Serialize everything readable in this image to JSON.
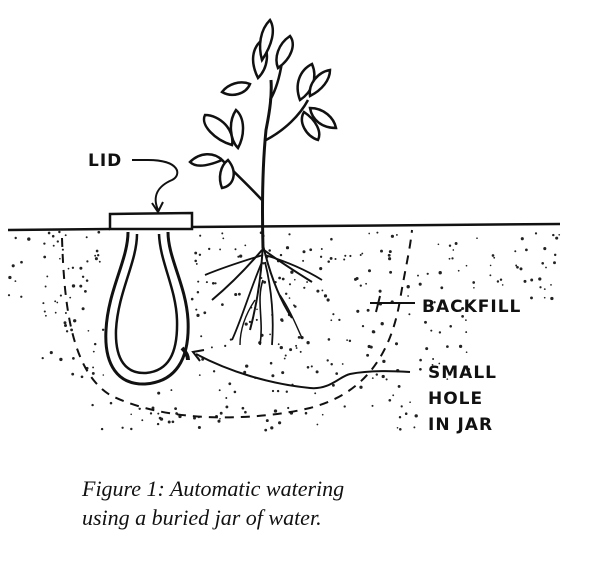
{
  "labels": {
    "lid": "LID",
    "backfill": "BACKFILL",
    "small_hole_line1": "SMALL",
    "small_hole_line2": "HOLE",
    "small_hole_line3": "IN JAR"
  },
  "caption": {
    "line1": "Figure 1: Automatic watering",
    "line2": "using a buried jar of water."
  },
  "colors": {
    "ink": "#111111",
    "background": "#ffffff"
  }
}
